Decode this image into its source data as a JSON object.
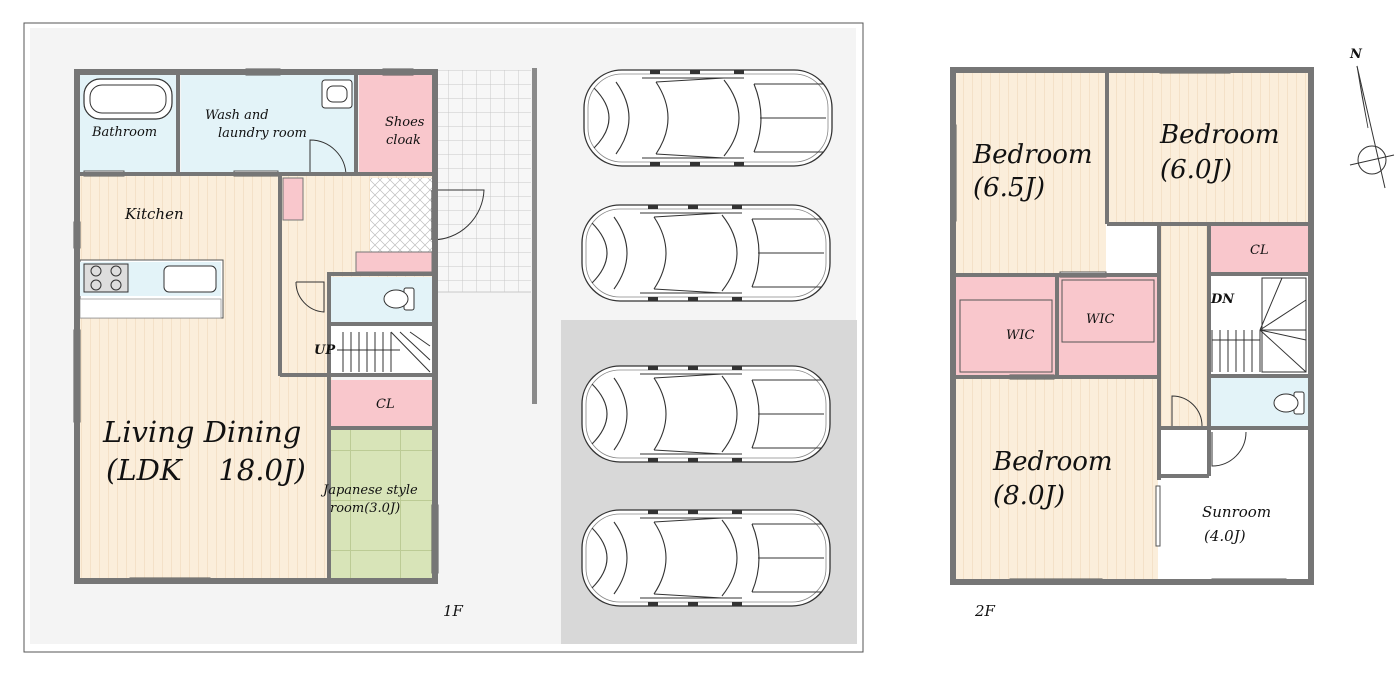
{
  "floor1": {
    "caption": "1F",
    "rooms": {
      "bathroom": "Bathroom",
      "wash_line1": "Wash and",
      "wash_line2": "laundry room",
      "shoes_line1": "Shoes",
      "shoes_line2": "cloak",
      "kitchen": "Kitchen",
      "living_line1": "Living Dining",
      "living_line2": "(LDK    18.0J)",
      "closet": "CL",
      "japanese_line1": "Japanese style",
      "japanese_line2": "room(3.0J)",
      "stairs": "UP"
    }
  },
  "floor2": {
    "caption": "2F",
    "rooms": {
      "bedroom_nw_line1": "Bedroom",
      "bedroom_nw_line2": "(6.5J)",
      "bedroom_ne_line1": "Bedroom",
      "bedroom_ne_line2": "(6.0J)",
      "closet": "CL",
      "wic_left": "WIC",
      "wic_right": "WIC",
      "stairs": "DN",
      "bedroom_s_line1": "Bedroom",
      "bedroom_s_line2": "(8.0J)",
      "sunroom_line1": "Sunroom",
      "sunroom_line2": "(4.0J)"
    }
  },
  "compass": {
    "north": "N"
  },
  "colors": {
    "wood_floor": "#fbeedb",
    "wet_area": "#e3f3f8",
    "storage": "#f9c7cc",
    "tatami": "#d8e4b8",
    "wall": "#767676",
    "site": "#f4f4f4",
    "parking": "#d8d8d8"
  }
}
